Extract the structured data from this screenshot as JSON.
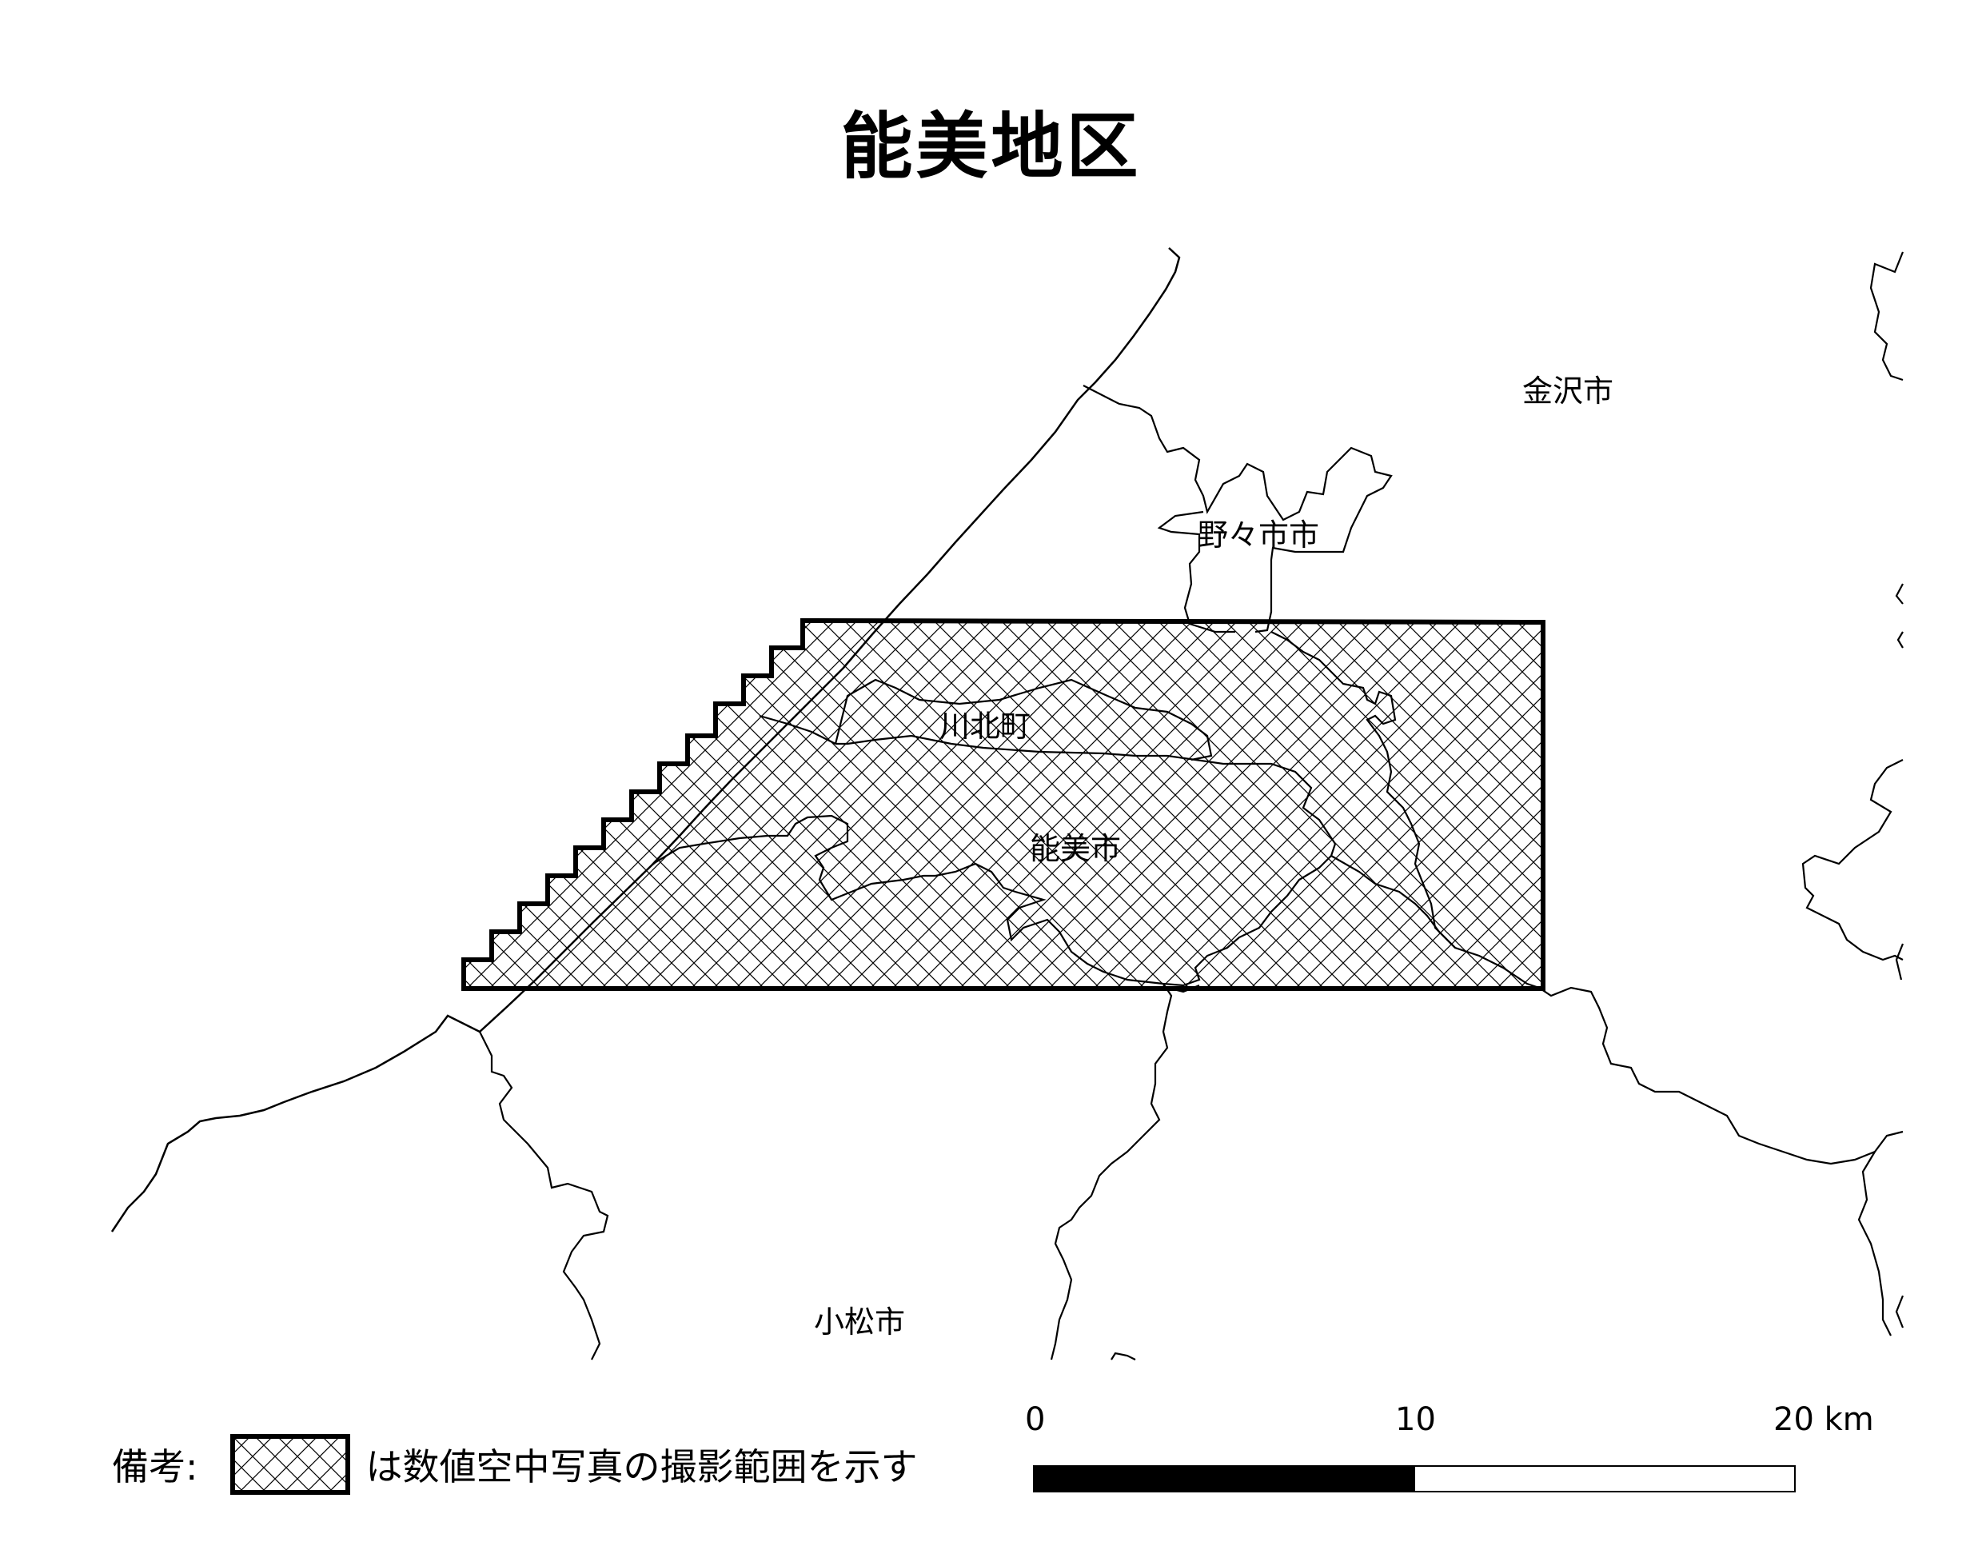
{
  "title": "能美地区",
  "places": {
    "kanazawa": "金沢市",
    "nonoichi": "野々市市",
    "kawakita": "川北町",
    "nomi": "能美市",
    "komatsu": "小松市"
  },
  "scale_bar": {
    "ticks": [
      "0",
      "10",
      "20 km"
    ]
  },
  "legend": {
    "title": "備考:",
    "text": "は数値空中写真の撮影範囲を示す",
    "pattern": "cross-hatch"
  },
  "colors": {
    "background": "#ffffff",
    "line": "#000000"
  }
}
